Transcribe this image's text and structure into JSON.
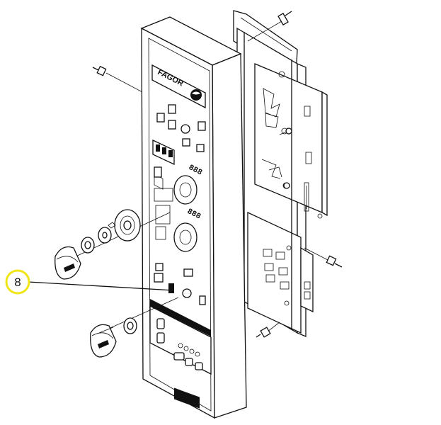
{
  "diagram": {
    "logo_text": "FAGOR",
    "callout": {
      "label": "8",
      "ring_color": "#f0e516"
    },
    "display_readout": "888"
  }
}
